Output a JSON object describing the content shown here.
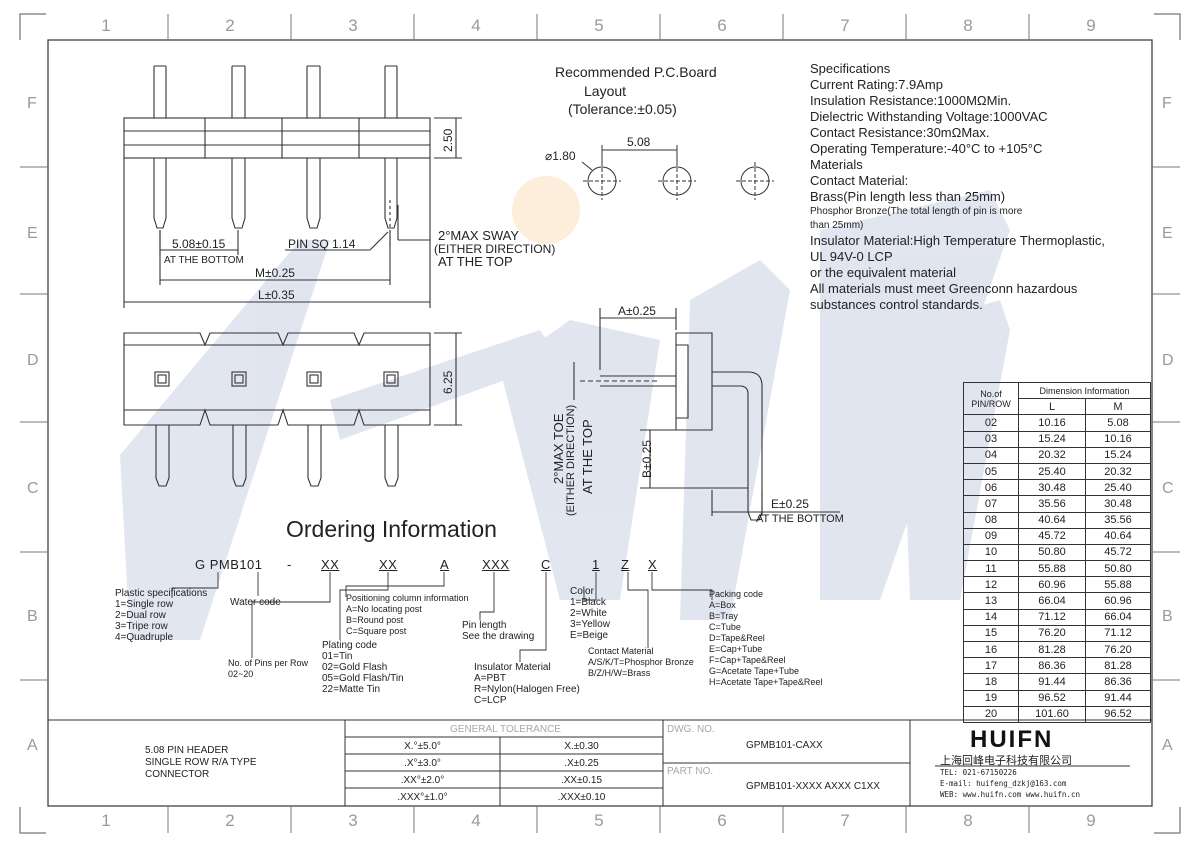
{
  "grid": {
    "columns": [
      "1",
      "2",
      "3",
      "4",
      "5",
      "6",
      "7",
      "8",
      "9"
    ],
    "rows": [
      "F",
      "E",
      "D",
      "C",
      "B",
      "A"
    ]
  },
  "watermark": "HUIFN",
  "pcb": {
    "title_line1": "Recommended P.C.Board",
    "title_line2": "Layout",
    "title_line3": "(Tolerance:±0.05)",
    "hole_dia": "⌀1.80",
    "pitch": "5.08"
  },
  "specs": {
    "lines": [
      {
        "text": "Specifications",
        "small": false
      },
      {
        "text": "Current Rating:7.9Amp",
        "small": false
      },
      {
        "text": "Insulation Resistance:1000MΩMin.",
        "small": false
      },
      {
        "text": "Dielectric Withstanding Voltage:1000VAC",
        "small": false
      },
      {
        "text": "Contact Resistance:30mΩMax.",
        "small": false
      },
      {
        "text": "Operating Temperature:-40°C to +105°C",
        "small": false
      },
      {
        "text": "Materials",
        "small": false
      },
      {
        "text": "Contact Material:",
        "small": false
      },
      {
        "text": "Brass(Pin length less than 25mm)",
        "small": false
      },
      {
        "text": "Phosphor Bronze(The total length of pin is more",
        "small": true
      },
      {
        "text": "than 25mm)",
        "small": true
      },
      {
        "text": "Insulator Material:High Temperature Thermoplastic,",
        "small": false
      },
      {
        "text": "UL 94V-0 LCP",
        "small": false
      },
      {
        "text": "or the equivalent material",
        "small": false
      },
      {
        "text": "All materials must meet Greenconn hazardous",
        "small": false
      },
      {
        "text": "substances control standards.",
        "small": false
      }
    ]
  },
  "front_view": {
    "dim_height": "2.50",
    "pitch_label": "5.08±0.15",
    "pitch_note": "AT THE BOTTOM",
    "pin_sq": "PIN SQ 1.14",
    "sway1": "2°MAX SWAY",
    "sway2": "(EITHER DIRECTION)",
    "sway3": "AT THE TOP",
    "m_dim": "M±0.25",
    "l_dim": "L±0.35"
  },
  "top_view": {
    "dim_height": "6.25"
  },
  "side_view": {
    "a_dim": "A±0.25",
    "b_dim": "B±0.25",
    "e_dim": "E±0.25",
    "e_note": "AT THE BOTTOM",
    "toe1": "2°MAX TOE",
    "toe2": "(EITHER DIRECTION)",
    "toe3": "AT THE TOP"
  },
  "dim_table": {
    "h_no1": "No.of",
    "h_no2": "PIN/ROW",
    "h_info": "Dimension Information",
    "h_l": "L",
    "h_m": "M",
    "rows": [
      [
        "02",
        "10.16",
        "5.08"
      ],
      [
        "03",
        "15.24",
        "10.16"
      ],
      [
        "04",
        "20.32",
        "15.24"
      ],
      [
        "05",
        "25.40",
        "20.32"
      ],
      [
        "06",
        "30.48",
        "25.40"
      ],
      [
        "07",
        "35.56",
        "30.48"
      ],
      [
        "08",
        "40.64",
        "35.56"
      ],
      [
        "09",
        "45.72",
        "40.64"
      ],
      [
        "10",
        "50.80",
        "45.72"
      ],
      [
        "11",
        "55.88",
        "50.80"
      ],
      [
        "12",
        "60.96",
        "55.88"
      ],
      [
        "13",
        "66.04",
        "60.96"
      ],
      [
        "14",
        "71.12",
        "66.04"
      ],
      [
        "15",
        "76.20",
        "71.12"
      ],
      [
        "16",
        "81.28",
        "76.20"
      ],
      [
        "17",
        "86.36",
        "81.28"
      ],
      [
        "18",
        "91.44",
        "86.36"
      ],
      [
        "19",
        "96.52",
        "91.44"
      ],
      [
        "20",
        "101.60",
        "96.52"
      ]
    ]
  },
  "ordering": {
    "title": "Ordering Information",
    "code": {
      "p1": "G PMB1",
      "p2": "01",
      "p3": "-",
      "p4": "XX",
      "p5": "XX",
      "p6": "A",
      "p7": "XXX",
      "p8": "C",
      "p9": "1",
      "p10": "Z",
      "p11": "X"
    },
    "plastic": [
      "Plastic specifications",
      "1=Single row",
      "2=Dual row",
      "3=Tripe row",
      "4=Quadruple"
    ],
    "water": "Water code",
    "pins": [
      "No. of Pins per Row",
      "02~20"
    ],
    "plating": [
      "Plating code",
      "01=Tin",
      "02=Gold Flash",
      "05=Gold Flash/Tin",
      "22=Matte Tin"
    ],
    "positioning": [
      "Positioning column information",
      "A=No locating post",
      "B=Round post",
      "C=Square post"
    ],
    "pin_length": [
      "Pin length",
      "See the drawing"
    ],
    "insulator": [
      "Insulator Material",
      "A=PBT",
      "R=Nylon(Halogen Free)",
      "C=LCP"
    ],
    "color": [
      "Color",
      "1=Black",
      "2=White",
      "3=Yellow",
      "E=Beige"
    ],
    "contact": [
      "Contact Material",
      "A/S/K/T=Phosphor Bronze",
      "B/Z/H/W=Brass"
    ],
    "packing": [
      "Packing code",
      "A=Box",
      "B=Tray",
      "C=Tube",
      "D=Tape&Reel",
      "E=Cap+Tube",
      "F=Cap+Tape&Reel",
      "G=Acetate Tape+Tube",
      "H=Acetate Tape+Tape&Reel"
    ]
  },
  "title_block": {
    "product": [
      "5.08 PIN HEADER",
      "SINGLE ROW R/A TYPE",
      "CONNECTOR"
    ],
    "tol_header": "GENERAL TOLERANCE",
    "tol_rows": [
      [
        "X.°±5.0°",
        "X.±0.30"
      ],
      [
        ".X°±3.0°",
        ".X±0.25"
      ],
      [
        ".XX°±2.0°",
        ".XX±0.15"
      ],
      [
        ".XXX°±1.0°",
        ".XXX±0.10"
      ]
    ],
    "dwg_no_label": "DWG. NO.",
    "dwg_no": "GPMB101-CAXX",
    "part_no_label": "PART NO.",
    "part_no": "GPMB101-XXXX AXXX C1XX",
    "logo": "HUIFN",
    "company": "上海回峰电子科技有限公司",
    "tel": "TEL: 021-67150226",
    "email": "E-mail: huifeng_dzkj@163.com",
    "web": "WEB: www.huifn.com  www.huifn.cn"
  },
  "colors": {
    "watermark": "#1f3f8f",
    "accent": "#f3a13a",
    "line": "#333333"
  }
}
